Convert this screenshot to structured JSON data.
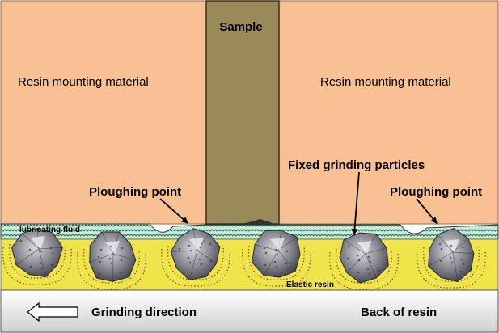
{
  "labels": {
    "sample": "Sample",
    "resin_left": "Resin mounting material",
    "resin_right": "Resin mounting material",
    "fixed_particles": "Fixed grinding particles",
    "ploughing_left": "Ploughing point",
    "ploughing_right": "Ploughing point",
    "lubricating_fluid": "lubricating fluid",
    "elastic_resin": "Elastic resin",
    "grinding_direction": "Grinding direction",
    "back_of_resin": "Back of resin"
  },
  "colors": {
    "resin_fill": "#f9c193",
    "sample_fill": "#9a8a5a",
    "elastic_fill": "#efe44a",
    "fluid_fill": "#bfe7d7",
    "base_fill": "#e4e4e4",
    "outline": "#4a3a2a"
  },
  "particle_count": 6
}
